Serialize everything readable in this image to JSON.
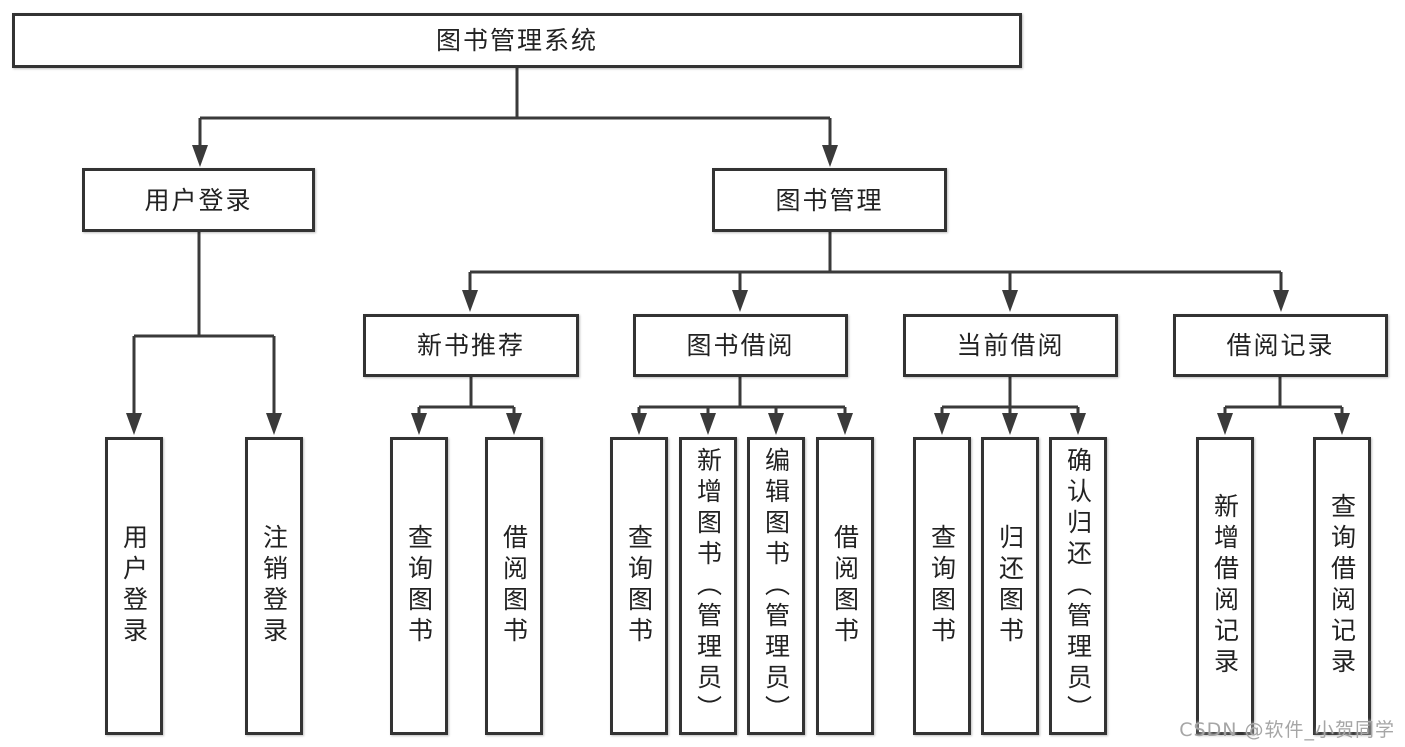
{
  "diagram": {
    "root": {
      "label": "图书管理系统"
    },
    "level2": [
      {
        "label": "用户登录"
      },
      {
        "label": "图书管理"
      }
    ],
    "level3": [
      {
        "label": "新书推荐",
        "parent": "图书管理"
      },
      {
        "label": "图书借阅",
        "parent": "图书管理"
      },
      {
        "label": "当前借阅",
        "parent": "图书管理"
      },
      {
        "label": "借阅记录",
        "parent": "图书管理"
      }
    ],
    "leaves": [
      {
        "label": "用户登录",
        "parent": "用户登录"
      },
      {
        "label": "注销登录",
        "parent": "用户登录"
      },
      {
        "label": "查询图书",
        "parent": "新书推荐"
      },
      {
        "label": "借阅图书",
        "parent": "新书推荐"
      },
      {
        "label": "查询图书",
        "parent": "图书借阅"
      },
      {
        "label": "新增图书（管理员）",
        "parent": "图书借阅"
      },
      {
        "label": "编辑图书（管理员）",
        "parent": "图书借阅"
      },
      {
        "label": "借阅图书",
        "parent": "图书借阅"
      },
      {
        "label": "查询图书",
        "parent": "当前借阅"
      },
      {
        "label": "归还图书",
        "parent": "当前借阅"
      },
      {
        "label": "确认归还（管理员）",
        "parent": "当前借阅"
      },
      {
        "label": "新增借阅记录",
        "parent": "借阅记录"
      },
      {
        "label": "查询借阅记录",
        "parent": "借阅记录"
      }
    ],
    "watermark": "CSDN @软件_小贺同学"
  },
  "colors": {
    "line": "#3a3a3a",
    "box_border": "#333333",
    "box_fill": "#ffffff",
    "text": "#222222",
    "watermark": "#a6a6a6",
    "background": "#ffffff"
  }
}
